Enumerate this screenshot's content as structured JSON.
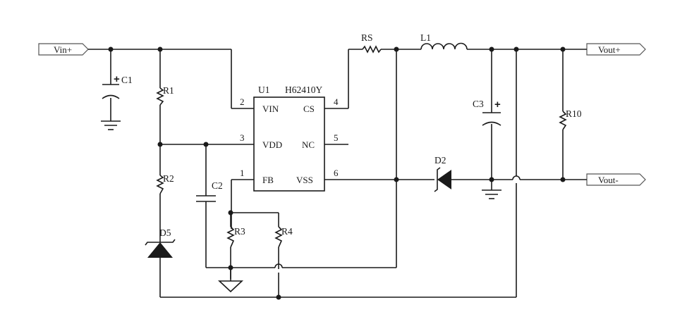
{
  "ports": {
    "vin_plus": "Vin+",
    "vout_plus": "Vout+",
    "vout_minus": "Vout-"
  },
  "ic": {
    "ref": "U1",
    "part": "H62410Y",
    "pins": {
      "vin": {
        "num": "2",
        "name": "VIN"
      },
      "vdd": {
        "num": "3",
        "name": "VDD"
      },
      "fb": {
        "num": "1",
        "name": "FB"
      },
      "cs": {
        "num": "4",
        "name": "CS"
      },
      "nc": {
        "num": "5",
        "name": "NC"
      },
      "vss": {
        "num": "6",
        "name": "VSS"
      }
    }
  },
  "components": {
    "c1": "C1",
    "r1": "R1",
    "r2": "R2",
    "d5": "D5",
    "c2": "C2",
    "r3": "R3",
    "r4": "R4",
    "rs": "RS",
    "l1": "L1",
    "c3": "C3",
    "d2": "D2",
    "r10": "R10"
  },
  "polarity_mark": "+"
}
